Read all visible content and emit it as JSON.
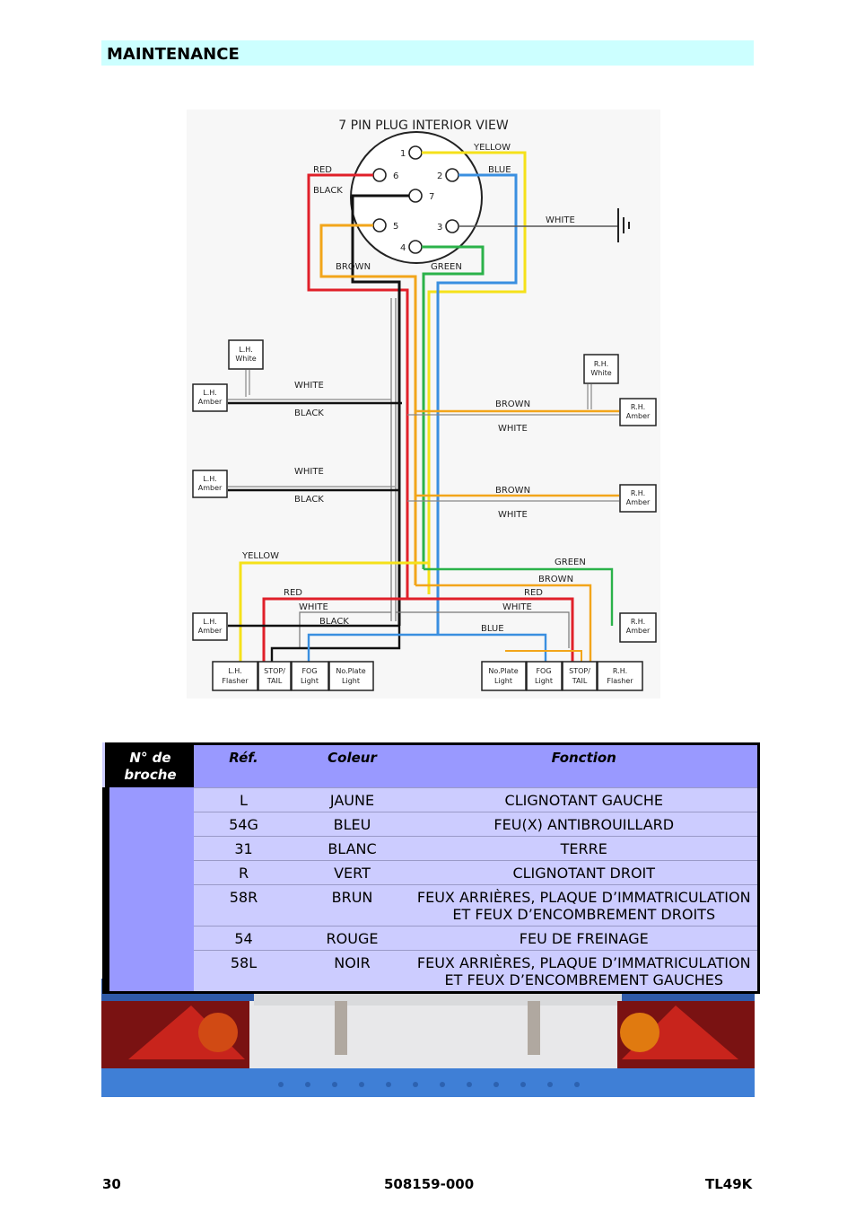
{
  "header": {
    "title": "MAINTENANCE"
  },
  "diagram": {
    "title": "7 PIN PLUG INTERIOR VIEW",
    "pins": [
      "1",
      "2",
      "3",
      "4",
      "5",
      "6",
      "7"
    ],
    "wire_labels": [
      "YELLOW",
      "BLUE",
      "RED",
      "BLACK",
      "WHITE",
      "BROWN",
      "GREEN"
    ],
    "harness_labels": {
      "lh_white_1": "WHITE",
      "lh_black_1": "BLACK",
      "lh_white_2": "WHITE",
      "lh_black_2": "BLACK",
      "rh_brown_1": "BROWN",
      "rh_white_1": "WHITE",
      "rh_brown_2": "BROWN",
      "rh_white_2": "WHITE",
      "yellow": "YELLOW",
      "green": "GREEN",
      "brown_low": "BROWN",
      "red_left": "RED",
      "white_left": "WHITE",
      "black_left": "BLACK",
      "red_right": "RED",
      "white_right": "WHITE",
      "blue": "BLUE"
    },
    "boxes": {
      "lh_white": [
        "L.H.",
        "White"
      ],
      "lh_amber_1": [
        "L.H.",
        "Amber"
      ],
      "lh_amber_2": [
        "L.H.",
        "Amber"
      ],
      "lh_amber_3": [
        "L.H.",
        "Amber"
      ],
      "rh_white": [
        "R.H.",
        "White"
      ],
      "rh_amber_1": [
        "R.H.",
        "Amber"
      ],
      "rh_amber_2": [
        "R.H.",
        "Amber"
      ],
      "rh_amber_3": [
        "R.H.",
        "Amber"
      ],
      "lh_flasher": [
        "L.H.",
        "Flasher"
      ],
      "stop_tail_l": [
        "STOP/",
        "TAIL"
      ],
      "fog_l": [
        "FOG",
        "Light"
      ],
      "plate_l": [
        "No.Plate",
        "Light"
      ],
      "plate_r": [
        "No.Plate",
        "Light"
      ],
      "fog_r": [
        "FOG",
        "Light"
      ],
      "stop_tail_r": [
        "STOP/",
        "TAIL"
      ],
      "rh_flasher": [
        "R.H.",
        "Flasher"
      ]
    },
    "colors": {
      "red": "#e0202a",
      "black": "#111111",
      "yellow": "#f5e11a",
      "blue": "#3a8fe0",
      "orange": "#f2a51a",
      "green": "#2bb24a",
      "white_wire": "#9a9a9a"
    }
  },
  "table": {
    "headers": {
      "pin": "N° de broche",
      "ref": "Réf.",
      "color": "Coleur",
      "function": "Fonction"
    },
    "rows": [
      {
        "ref": "L",
        "color": "JAUNE",
        "function": "CLIGNOTANT GAUCHE"
      },
      {
        "ref": "54G",
        "color": "BLEU",
        "function": "FEU(X) ANTIBROUILLARD"
      },
      {
        "ref": "31",
        "color": "BLANC",
        "function": "TERRE"
      },
      {
        "ref": "R",
        "color": "VERT",
        "function": "CLIGNOTANT DROIT"
      },
      {
        "ref": "58R",
        "color": "BRUN",
        "function": "FEUX ARRIÈRES, PLAQUE D’IMMATRICULATION ET FEUX D’ENCOMBREMENT DROITS"
      },
      {
        "ref": "54",
        "color": "ROUGE",
        "function": "FEU DE FREINAGE"
      },
      {
        "ref": "58L",
        "color": "NOIR",
        "function": "FEUX ARRIÈRES, PLAQUE D’IMMATRICULATION ET FEUX D’ENCOMBREMENT GAUCHES"
      }
    ]
  },
  "footer": {
    "page": "30",
    "doc_number": "508159-000",
    "model": "TL49K"
  }
}
